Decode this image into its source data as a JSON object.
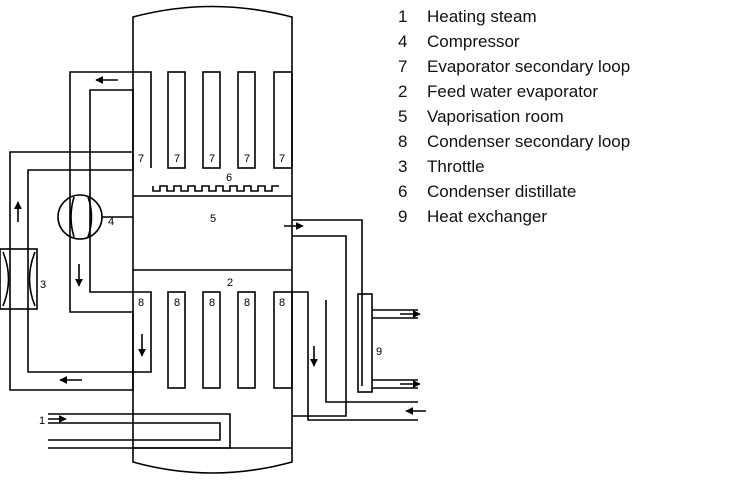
{
  "legend": [
    {
      "number": "1",
      "label": "Heating steam"
    },
    {
      "number": "4",
      "label": "Compressor"
    },
    {
      "number": "7",
      "label": "Evaporator secondary loop"
    },
    {
      "number": "2",
      "label": "Feed water evaporator"
    },
    {
      "number": "5",
      "label": "Vaporisation room"
    },
    {
      "number": "8",
      "label": "Condenser secondary loop"
    },
    {
      "number": "3",
      "label": "Throttle"
    },
    {
      "number": "6",
      "label": "Condenser distillate"
    },
    {
      "number": "9",
      "label": "Heat exchanger"
    }
  ],
  "labels": {
    "heating_steam": "1",
    "feed_water_evaporator": "2",
    "throttle": "3",
    "compressor": "4",
    "vaporisation_room": "5",
    "condenser_distillate": "6",
    "evaporator_tube": "7",
    "condenser_tube": "8",
    "heat_exchanger": "9"
  }
}
